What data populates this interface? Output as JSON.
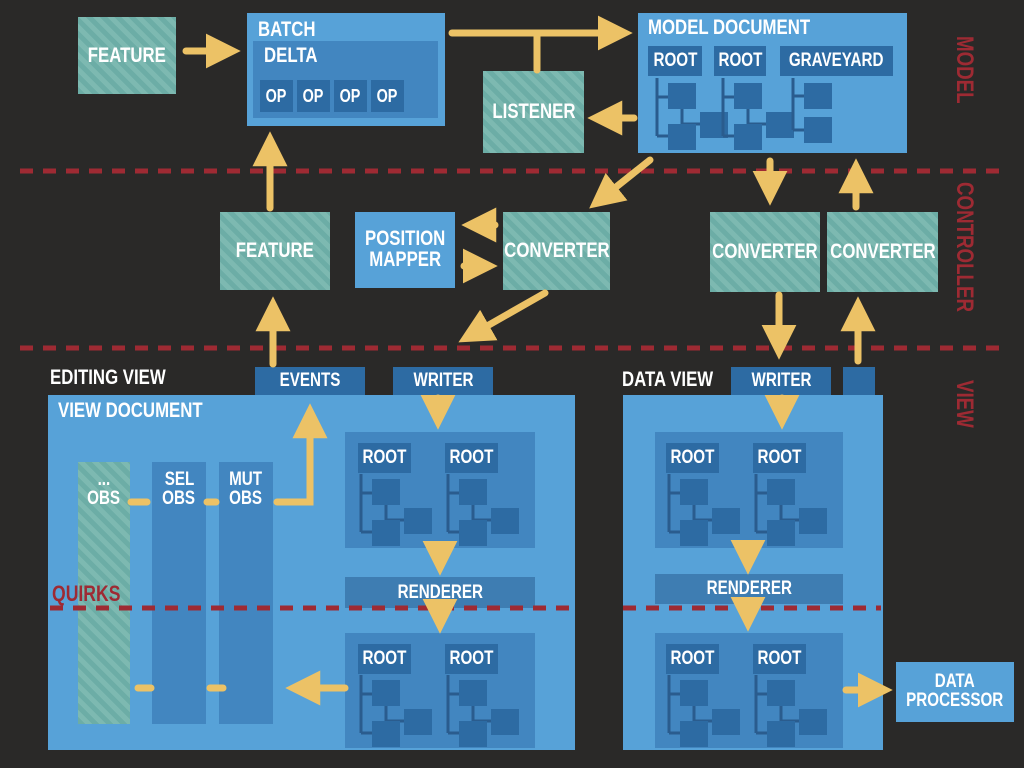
{
  "lanes": {
    "model": "MODEL",
    "controller": "CONTROLLER",
    "view": "VIEW"
  },
  "quirks_label": "QUIRKS",
  "model_layer": {
    "feature": "FEATURE",
    "batch": "BATCH",
    "delta": "DELTA",
    "ops": [
      "OP",
      "OP",
      "OP",
      "OP"
    ],
    "listener": "LISTENER",
    "document": {
      "title": "MODEL DOCUMENT",
      "root1": "ROOT",
      "root2": "ROOT",
      "graveyard": "GRAVEYARD"
    }
  },
  "controller_layer": {
    "feature": "FEATURE",
    "position_mapper": {
      "line1": "POSITION",
      "line2": "MAPPER"
    },
    "converter_left": "CONVERTER",
    "converter_mid": "CONVERTER",
    "converter_right": "CONVERTER"
  },
  "editing_view": {
    "title": "EDITING VIEW",
    "events": "EVENTS",
    "writer": "WRITER",
    "document_title": "VIEW DOCUMENT",
    "observers": {
      "other": {
        "line1": "...",
        "line2": "OBS"
      },
      "sel": {
        "line1": "SEL",
        "line2": "OBS"
      },
      "mut": {
        "line1": "MUT",
        "line2": "OBS"
      }
    },
    "top_roots": [
      "ROOT",
      "ROOT"
    ],
    "renderer": "RENDERER",
    "bottom_roots": [
      "ROOT",
      "ROOT"
    ]
  },
  "data_view": {
    "title": "DATA VIEW",
    "writer": "WRITER",
    "top_roots": [
      "ROOT",
      "ROOT"
    ],
    "renderer": "RENDERER",
    "bottom_roots": [
      "ROOT",
      "ROOT"
    ],
    "data_processor": {
      "line1": "DATA",
      "line2": "PROCESSOR"
    }
  },
  "colors": {
    "bg": "#2a2928",
    "blue": "#57a2d8",
    "blue_mid": "#4286c0",
    "blue_dark": "#2d6ba3",
    "blue_renderer": "#3e7db2",
    "teal": "#6cada6",
    "teal_light": "#7db9b1",
    "yellow": "#ecc266",
    "red": "#9e2a33"
  }
}
